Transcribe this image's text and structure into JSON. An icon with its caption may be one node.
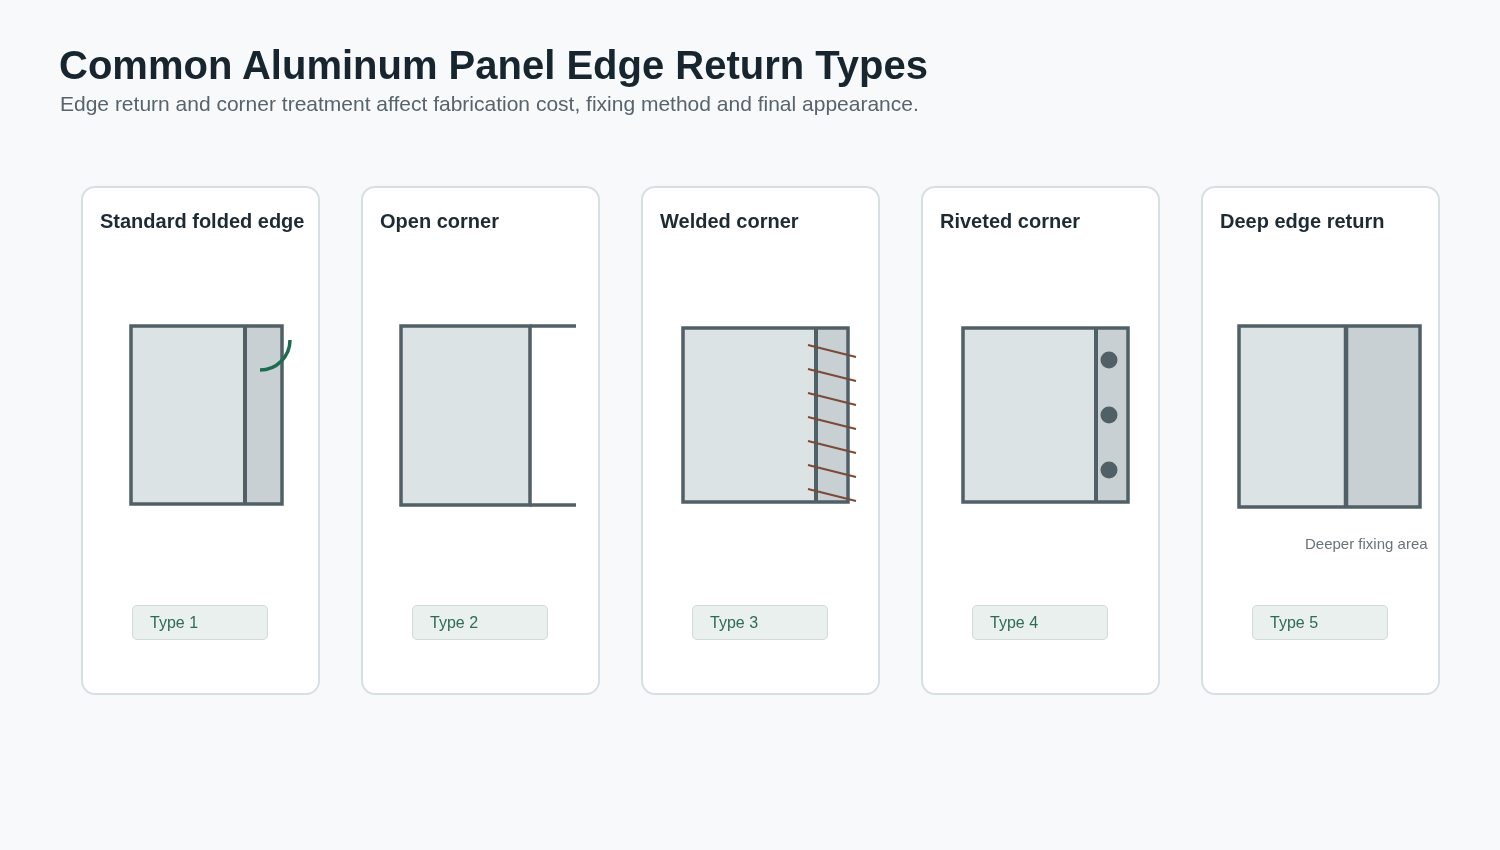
{
  "diagram": {
    "title": "Common Aluminum Panel Edge Return Types",
    "nodes": [
      {
        "text": [
          "Standard folded edge"
        ]
      },
      {
        "text": [
          "Type 1"
        ],
        "in": 0
      },
      {
        "text": [
          "Open corner"
        ]
      },
      {
        "text": [
          "Type 2"
        ],
        "in": 2
      },
      {
        "text": [
          "Welded corner"
        ]
      },
      {
        "text": [
          "Type 3"
        ],
        "in": 4
      },
      {
        "text": [
          "Riveted corner"
        ]
      },
      {
        "text": [
          "Type 4"
        ],
        "in": 6
      },
      {
        "text": [
          "Deep edge return",
          "Deeper fixing area"
        ]
      },
      {
        "text": [
          "Type 5"
        ],
        "in": 8
      }
    ],
    "labels": [
      "Edge return and corner treatment affect fabrication cost, fixing method and final appearance."
    ]
  }
}
